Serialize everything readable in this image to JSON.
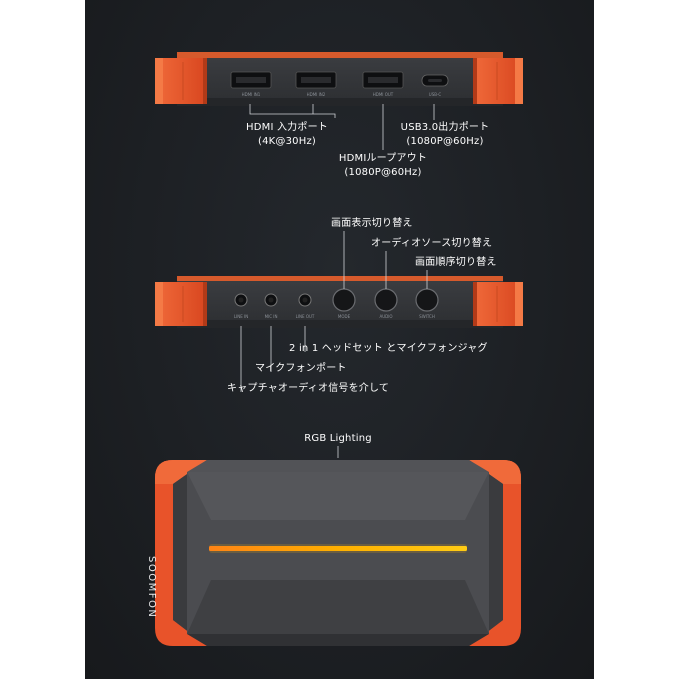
{
  "top_device": {
    "ports": [
      {
        "label": "HDMI IN1"
      },
      {
        "label": "HDMI IN2"
      },
      {
        "label": "HDMI OUT"
      },
      {
        "label": "USB-C"
      }
    ],
    "callouts": {
      "hdmi_in_line1": "HDMI 入力ポート",
      "hdmi_in_line2": "(4K@30Hz)",
      "usb_line1": "USB3.0出力ポート",
      "usb_line2": "(1080P@60Hz)",
      "loop_line1": "HDMIループアウト",
      "loop_line2": "(1080P@60Hz)"
    }
  },
  "middle_device": {
    "top_callouts": {
      "screen_switch": "画面表示切り替え",
      "audio_source_switch": "オーディオソース切り替え",
      "screen_order_switch": "画面順序切り替え"
    },
    "jack_labels": [
      "LINE IN",
      "MIC IN",
      "LINE OUT"
    ],
    "button_labels": [
      "MODE",
      "AUDIO",
      "SWITCH"
    ],
    "bottom_callouts": {
      "headset_jack": "2 in 1 ヘッドセット とマイクフォンジャグ",
      "mic_port": "マイクフォンポート",
      "capture_audio": "キャプチャオーディオ信号を介して"
    }
  },
  "bottom_device": {
    "title": "RGB Lighting",
    "brand": "SOOMFON",
    "colors": {
      "accent": "#e8532a",
      "body": "#4a4b4f",
      "light": "#f5b800"
    }
  }
}
